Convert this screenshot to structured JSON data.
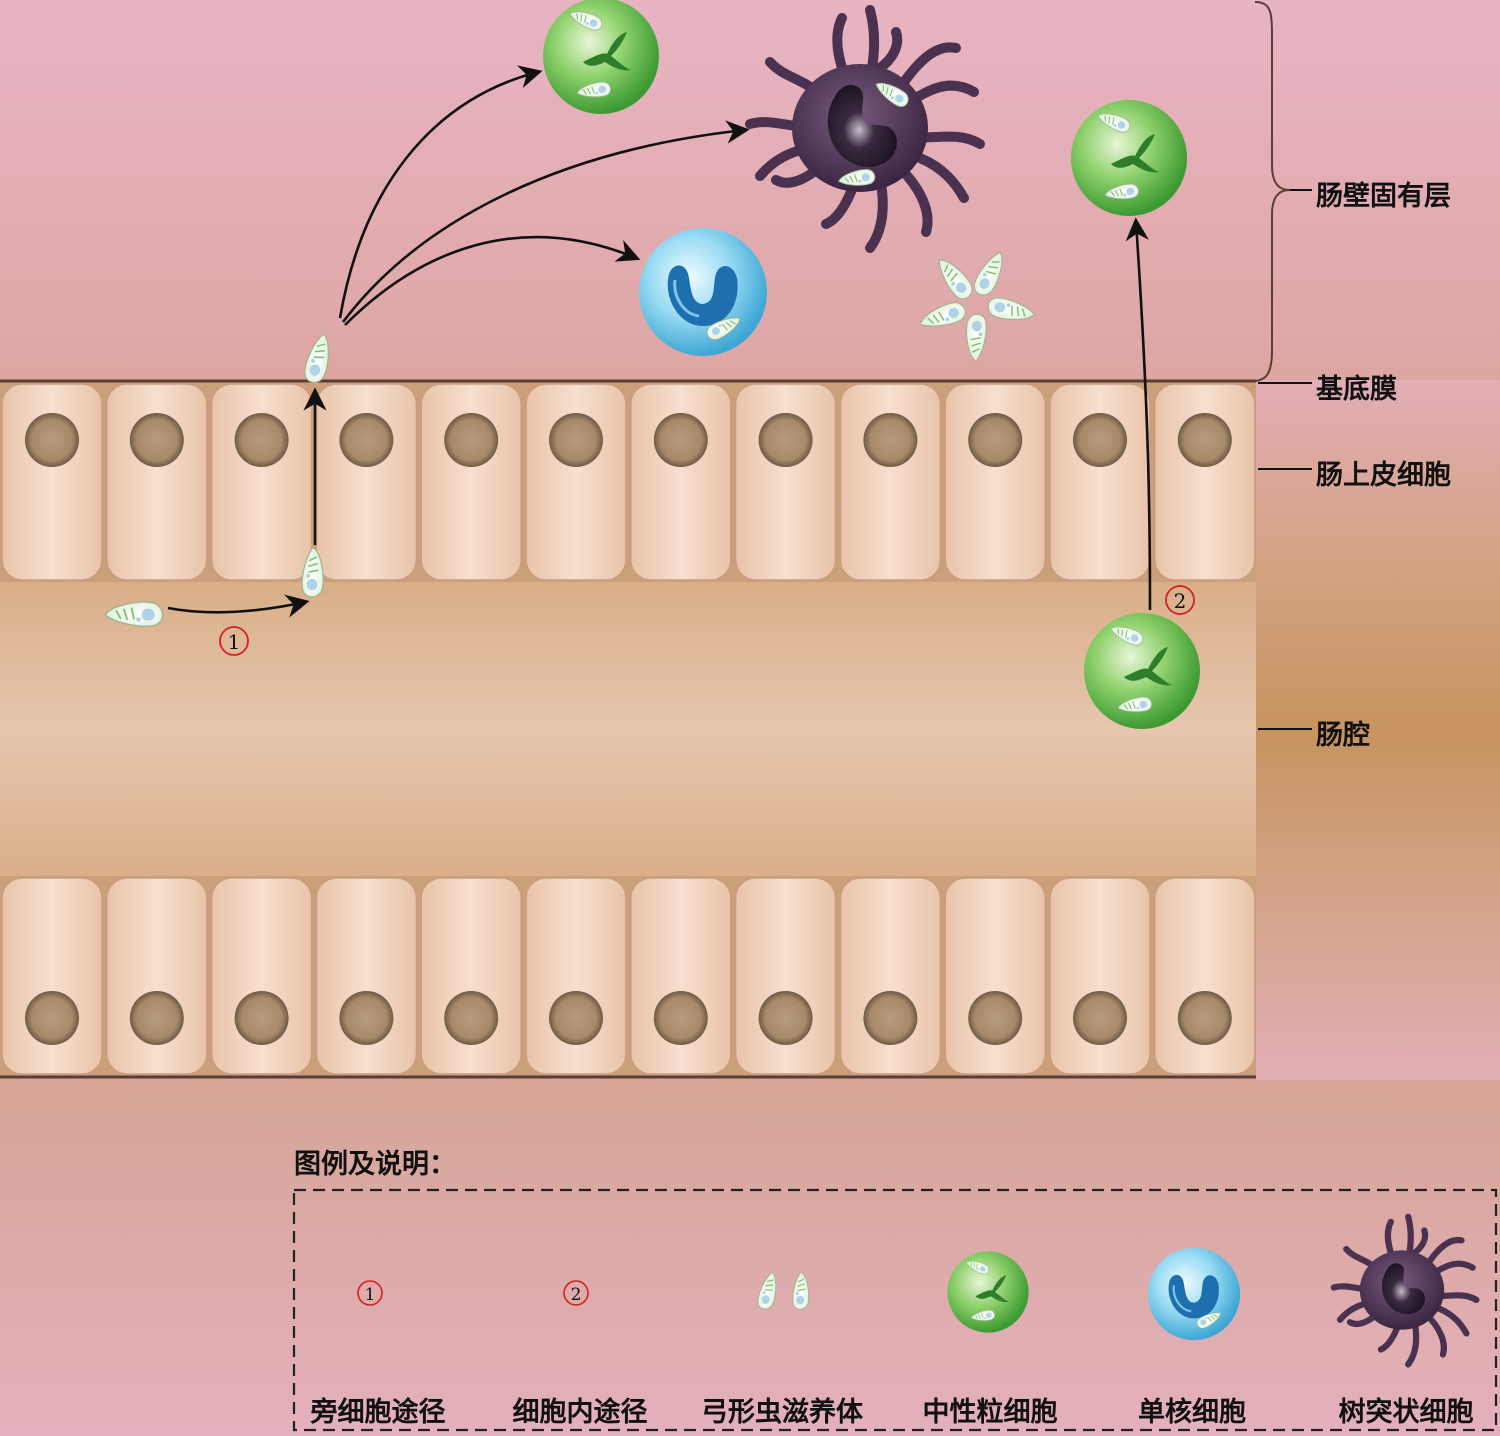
{
  "layers": {
    "lamina_propria": "肠壁固有层",
    "basement_membrane": "基底膜",
    "epithelial_cells": "肠上皮细胞",
    "lumen": "肠腔"
  },
  "route_markers": {
    "paracellular": "①",
    "transcellular": "②"
  },
  "legend": {
    "title": "图例及说明：",
    "items": [
      {
        "symbol": "①",
        "label": "旁细胞途径"
      },
      {
        "symbol": "②",
        "label": "细胞内途径"
      },
      {
        "symbol": "tachyzoite-icon",
        "label": "弓形虫滋养体"
      },
      {
        "symbol": "neutrophil-icon",
        "label": "中性粒细胞"
      },
      {
        "symbol": "monocyte-icon",
        "label": "单核细胞"
      },
      {
        "symbol": "dendritic-cell-icon",
        "label": "树突状细胞"
      }
    ]
  },
  "colors": {
    "lamina_top": "#e6b3c0",
    "tissue_mid": "#c8966a",
    "epithelium": "#f0d2bc",
    "nucleus": "#a58a6a",
    "neutrophil": "#5cb848",
    "monocyte": "#7dd0ee",
    "dendritic": "#4a3150",
    "route_red": "#d42020"
  }
}
